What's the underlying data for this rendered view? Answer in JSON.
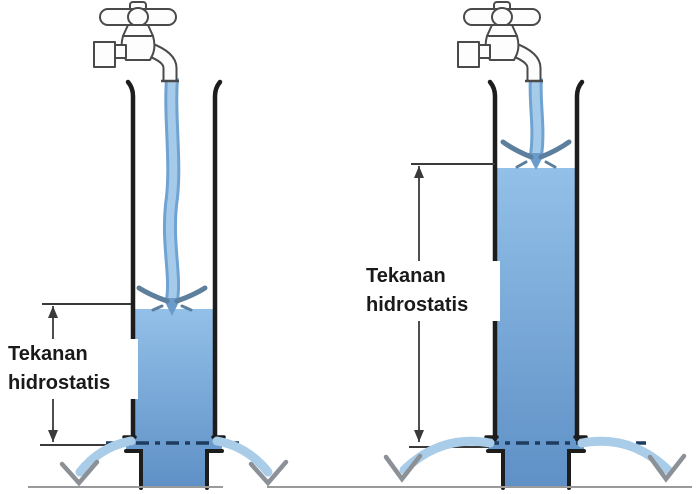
{
  "figure_type": "physics-diagram-hydrostatic-pressure",
  "language": "Indonesian",
  "figures": [
    {
      "id": "column-low-water-level",
      "label": "Tekanan hidrostatis"
    },
    {
      "id": "column-high-water-level",
      "label": "Tekanan hidrostatis"
    }
  ],
  "colors": {
    "background": "#ffffff",
    "water_light": "#92c0e8",
    "water_dark": "#5f90c6",
    "stream_edge": "#6fa3d2",
    "stream_core": "#a6cae9",
    "splash_wing": "#5d7f9e",
    "spray": "#a9cce8",
    "spray_arrowhead": "#8b9196",
    "wall": "#1d1d1d",
    "measure_line": "#3a3a3a",
    "reference_dashdot": "#1d3c60",
    "ground": "#9a9a9a",
    "label_text": "#1a1a1a"
  }
}
